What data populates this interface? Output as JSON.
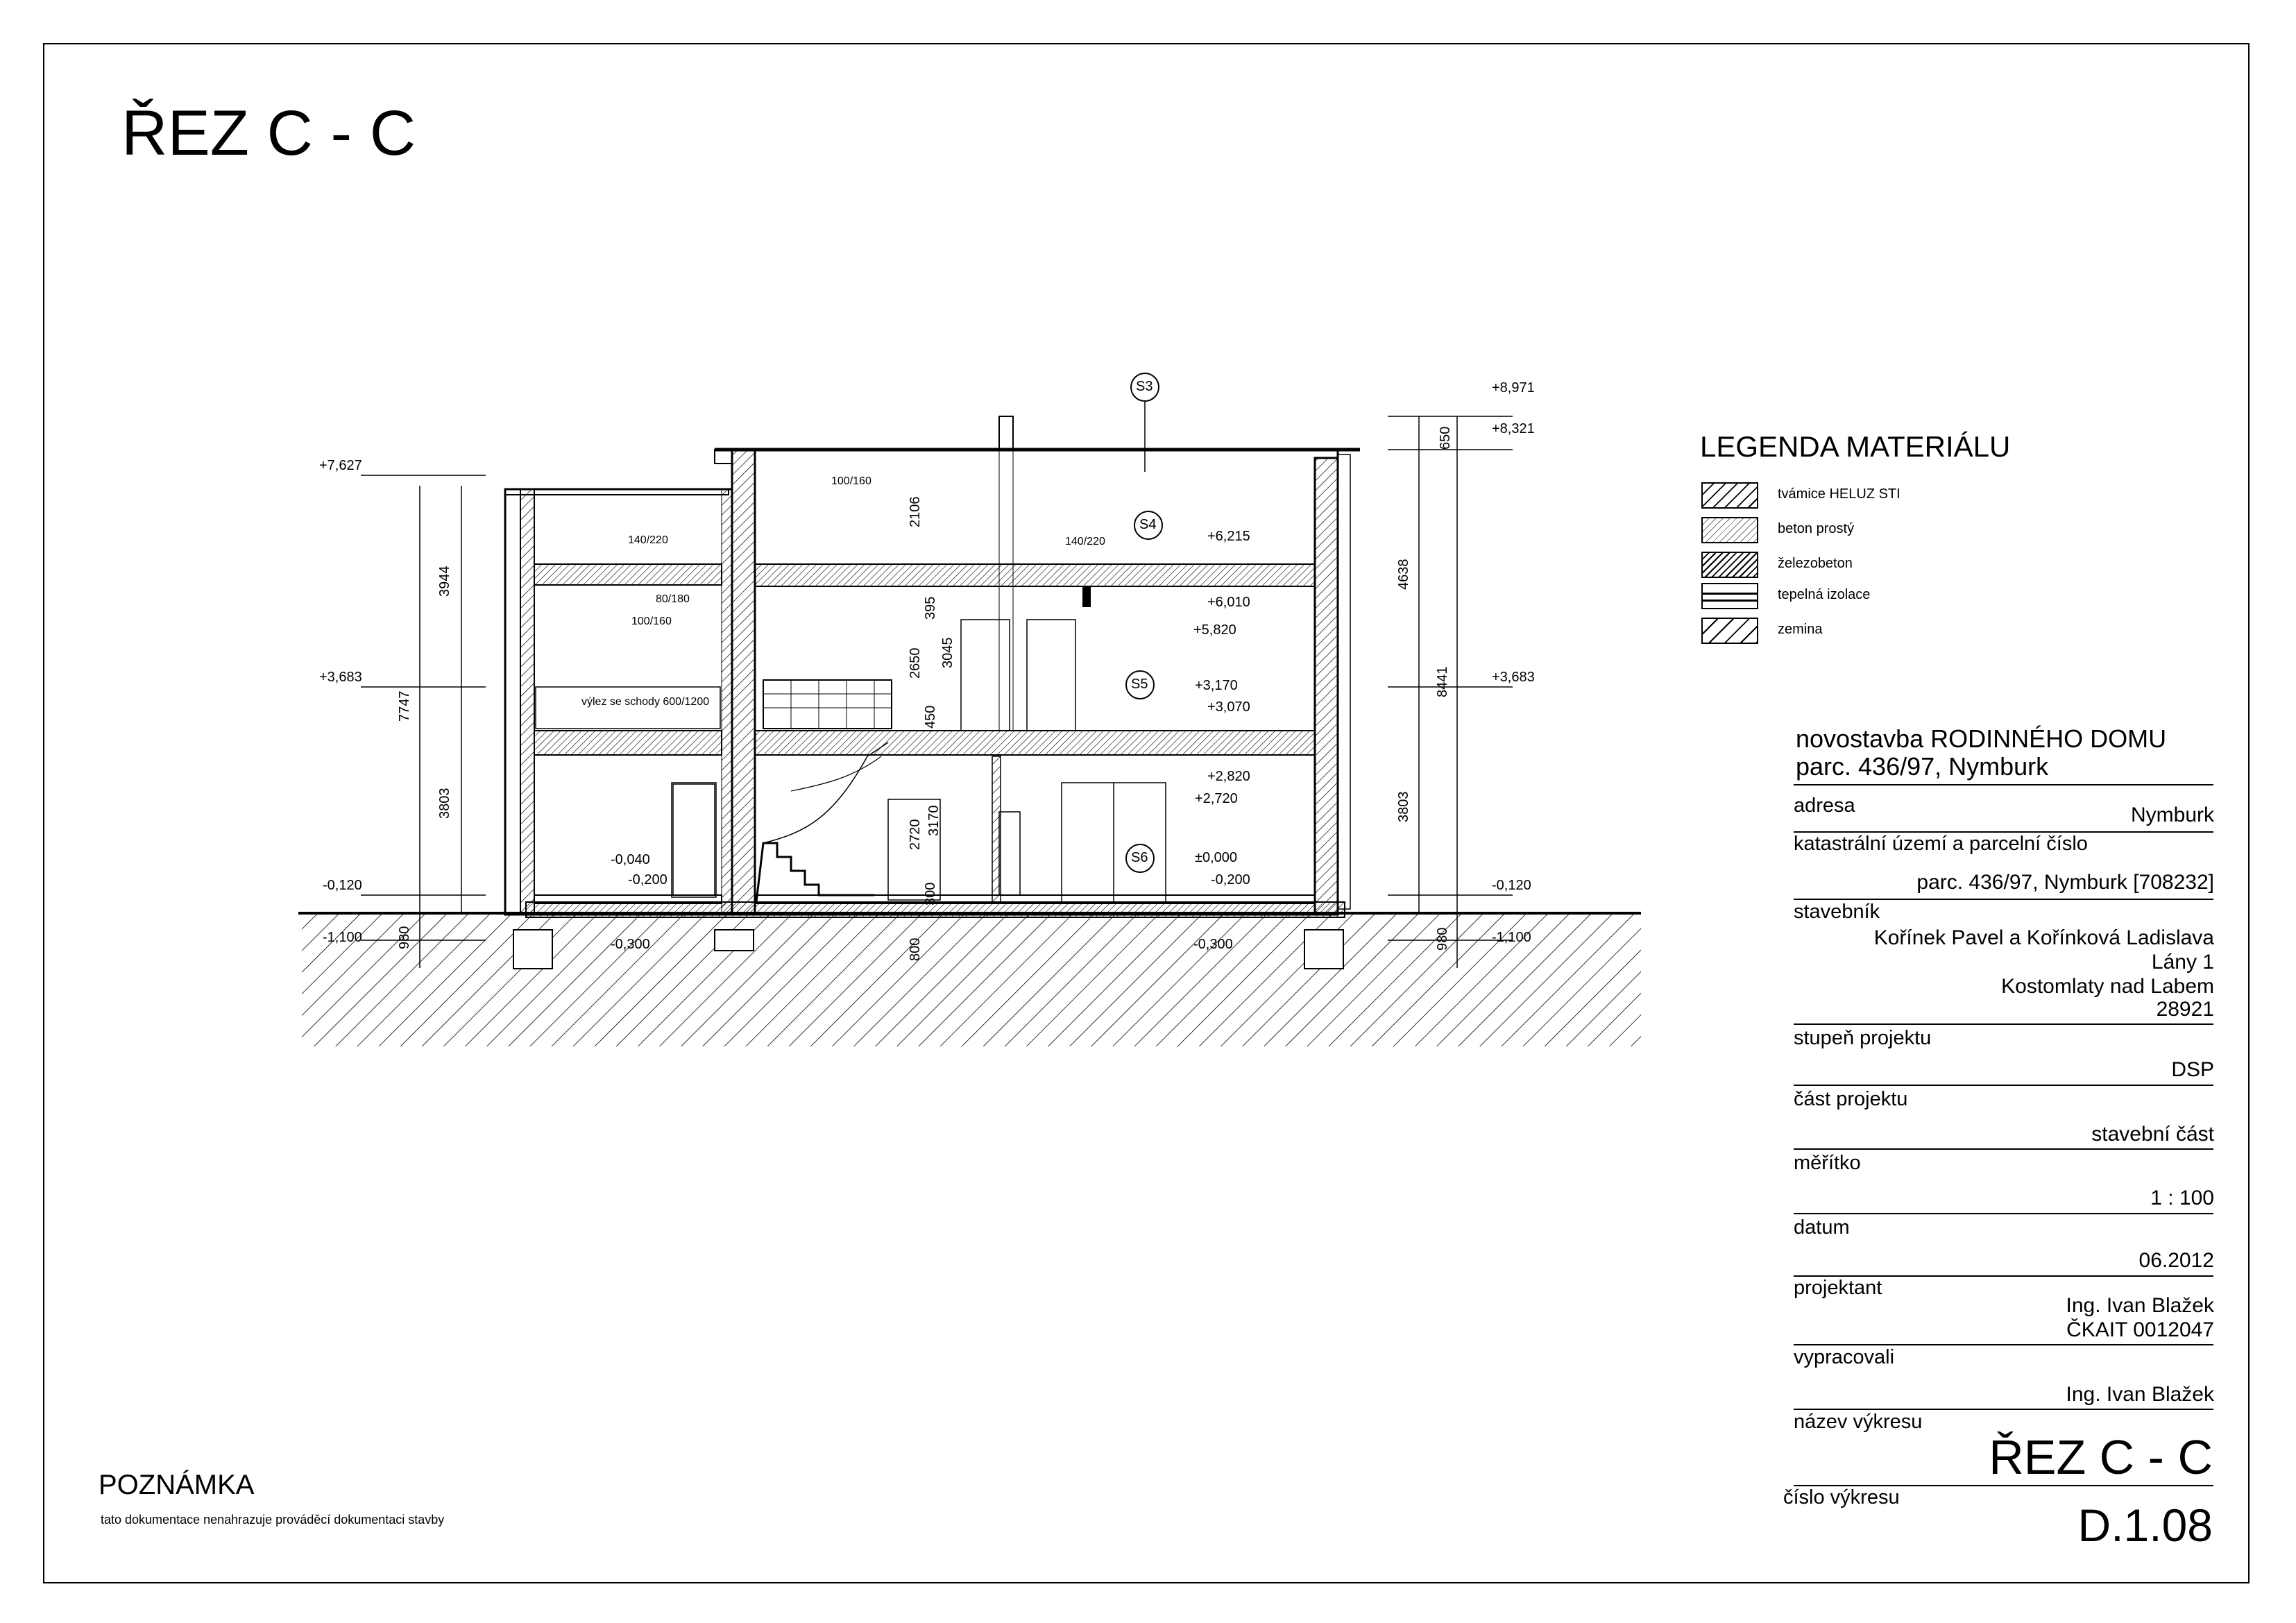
{
  "sheet": {
    "title": "ŘEZ C - C"
  },
  "legend": {
    "title": "LEGENDA MATERIÁLU",
    "items": [
      {
        "label": "tvámice HELUZ STI",
        "pattern": "brick"
      },
      {
        "label": "beton prostý",
        "pattern": "concrete"
      },
      {
        "label": "železobeton",
        "pattern": "rc"
      },
      {
        "label": "tepelná izolace",
        "pattern": "ins"
      },
      {
        "label": "zemina",
        "pattern": "soil"
      }
    ]
  },
  "title_block": {
    "project_title_line1": "novostavba RODINNÉHO DOMU",
    "project_title_line2": "parc. 436/97, Nymburk",
    "address_label": "adresa",
    "address_value": "Nymburk",
    "cadastre_label": "katastrální území a parcelní číslo",
    "cadastre_value": "parc. 436/97, Nymburk [708232]",
    "investor_label": "stavebník",
    "investor_line1": "Kořínek Pavel a Kořínková Ladislava",
    "investor_line2": "Lány 1",
    "investor_line3": "Kostomlaty nad Labem",
    "investor_line4": "28921",
    "stage_label": "stupeň projektu",
    "stage_value": "DSP",
    "part_label": "část projektu",
    "part_value": "stavební část",
    "scale_label": "měřítko",
    "scale_value": "1 : 100",
    "date_label": "datum",
    "date_value": "06.2012",
    "designer_label": "projektant",
    "designer_line1": "Ing. Ivan Blažek",
    "designer_line2": "ČKAIT 0012047",
    "prepared_label": "vypracovali",
    "prepared_value": "Ing. Ivan Blažek",
    "drawing_name_label": "název výkresu",
    "drawing_name_value": "ŘEZ C - C",
    "drawing_number_label": "číslo výkresu",
    "drawing_number_value": "D.1.08"
  },
  "note": {
    "title": "POZNÁMKA",
    "text": "tato dokumentace nenahrazuje prováděcí dokumentaci stavby"
  },
  "section": {
    "markers": [
      "S3",
      "S4",
      "S5",
      "S6"
    ],
    "levels_left": [
      "+7,627",
      "+3,683",
      "-0,120",
      "-1,100"
    ],
    "levels_right": [
      "+8,971",
      "+8,321",
      "+3,683",
      "-0,120",
      "-1,100"
    ],
    "levels_inner": [
      "+6,215",
      "+6,010",
      "+5,820",
      "+3,170",
      "+3,070",
      "+2,820",
      "+2,720",
      "±0,000",
      "-0,200",
      "-0,040",
      "-0,200",
      "-0,300",
      "-0,300"
    ],
    "dims_left": [
      "3944",
      "7747",
      "3803",
      "980"
    ],
    "dims_right": [
      "650",
      "4638",
      "8441",
      "3803",
      "980"
    ],
    "dims_inner": [
      "2106",
      "395",
      "3045",
      "2650",
      "450",
      "2720",
      "3170",
      "300",
      "800"
    ],
    "beams": [
      "100/160",
      "140/220",
      "140/220",
      "80/180",
      "100/160"
    ],
    "opening_note": "výlez se schody 600/1200"
  }
}
